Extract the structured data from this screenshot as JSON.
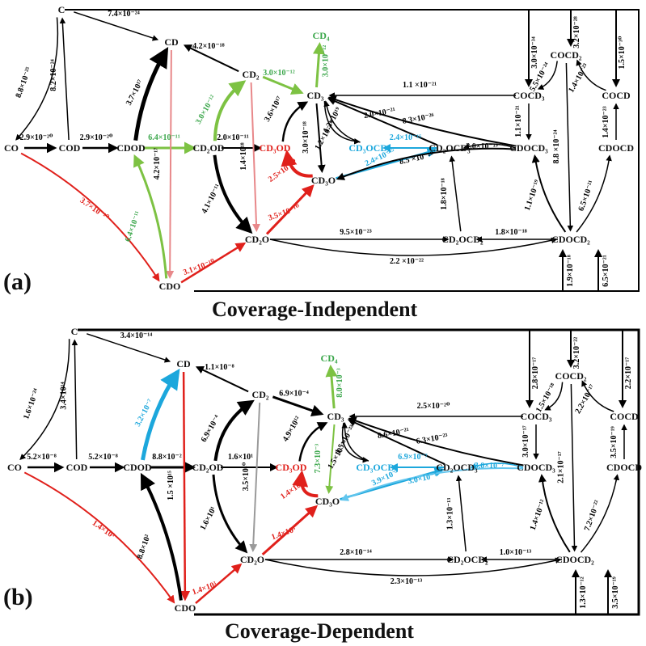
{
  "panels": {
    "a": {
      "label": "(a)",
      "caption": "Coverage-Independent",
      "nodes": {
        "C": "C",
        "CO": "CO",
        "COD": "COD",
        "CDOD": "CDOD",
        "CD": "CD",
        "CD2": "CD₂",
        "CD2OD": "CD₂OD",
        "CD3OD": "CD₃OD",
        "CD4": "CD₄",
        "CD3": "CD₃",
        "CD3O": "CD₃O",
        "CD2O": "CD₂O",
        "CDO": "CDO",
        "CD3OCD3": "CD₃OCD₃",
        "CD2OCD3": "CD₂OCD₃",
        "CDOCD3": "CDOCD₃",
        "COCD3": "COCD₃",
        "COCD2": "COCD₂",
        "COCD": "COCD",
        "CDOCD": "CDOCD",
        "CD2OCD2": "CD₂OCD₂",
        "CDOCD2": "CDOCD₂"
      },
      "rates": {
        "r1": "8.8×10⁻²⁵",
        "r2": "8.2×10⁻²⁴",
        "r3": "7.4×10⁻²⁴",
        "r4": "2.9×10⁻²⁰",
        "r5": "2.9×10⁻²⁰",
        "r6": "3.7×10¹⁷",
        "r7": "6.4×10⁻¹¹",
        "r8": "4.2×10⁻¹⁸",
        "r9": "3.0×10⁻¹²",
        "r10": "3.0×10⁻¹²",
        "r11": "3.0×10⁻¹²",
        "r12": "2.0×10⁻¹¹",
        "r13": "3.6×10¹⁷",
        "r14": "1.4×10¹⁸",
        "r15": "4.2×10⁻¹⁷",
        "r16": "4.1×10⁻¹¹",
        "r17": "6.4×10⁻¹¹",
        "r18": "3.7×10⁻¹⁰",
        "r19": "3.1×10⁻¹⁰",
        "r20": "3.5×10⁻¹⁰",
        "r21": "2.5×10⁻¹⁰",
        "r22": "3.0×10⁻¹⁸",
        "r23": "1.2×10¹⁹",
        "r24": "1.2×10⁻¹⁹",
        "r25": "2.4×10⁻¹⁵",
        "r26": "2.4×10⁻¹⁵",
        "r27": "1.1 ×10⁻²¹",
        "r28": "2.0×10⁻²¹",
        "r29": "8.3×10⁻²⁶",
        "r30": "2.0×10⁻¹⁹",
        "r31": "8.5 ×10⁻²⁰",
        "r32": "1.8×10⁻¹⁸",
        "r33": "9.5×10⁻²³",
        "r34": "1.8×10⁻¹⁸",
        "r35": "2.2 ×10⁻²²",
        "r36": "3.0×10⁻³⁴",
        "r37": "3.2×10⁻²⁸",
        "r38": "1.5×10⁻³⁰",
        "r39": "5.5×10⁻²⁴",
        "r40": "1.4×10⁻²³",
        "r41": "1.1×10⁻²¹",
        "r42": "8.8 ×10⁻²⁴",
        "r43": "1.4×10⁻²³",
        "r44": "1.1×10⁻¹⁹",
        "r45": "6.5×10⁻²¹",
        "r46": "1.9×10⁻¹⁸",
        "r47": "6.5×10⁻²¹"
      }
    },
    "b": {
      "label": "(b)",
      "caption": "Coverage-Dependent",
      "nodes": {
        "C": "C",
        "CO": "CO",
        "COD": "COD",
        "CDOD": "CDOD",
        "CD": "CD",
        "CD2": "CD₂",
        "CD2OD": "CD₂OD",
        "CD3OD": "CD₃OD",
        "CD4": "CD₄",
        "CD3": "CD₃",
        "CD3O": "CD₃O",
        "CD2O": "CD₂O",
        "CDO": "CDO",
        "CD3OCD3": "CD₃OCD₃",
        "CD2OCD3": "CD₂OCD₃",
        "CDOCD3": "CDOCD₃",
        "COCD3": "COCD₃",
        "COCD2": "COCD₂",
        "COCD": "COCD",
        "CDOCD": "CDOCD",
        "CD2OCD2": "CD₂OCD₂",
        "CDOCD2": "CDOCD₂"
      },
      "rates": {
        "r1": "1.6×10⁻²⁴",
        "r2": "3.4×10¹⁴",
        "r3": "3.4×10⁻¹⁴",
        "r4": "5.2×10⁻⁸",
        "r5": "5.2×10⁻⁸",
        "r6": "3.2×10⁻⁷",
        "r7": "8.8×10⁻²",
        "r8": "1.1×10⁻⁸",
        "r9": "6.9×10⁻⁴",
        "r10": "6.9×10⁻⁴",
        "r11": "8.0×10⁻³",
        "r12": "1.6×10¹",
        "r13": "4.9×10¹²",
        "r14": "3.5×10¹⁰",
        "r15": "1.5 ×10¹⁵",
        "r16": "1.6×10¹",
        "r17": "8.8×10²",
        "r18": "1.4×10³",
        "r19": "1.4×10³",
        "r20": "1.4×10³",
        "r21": "1.4×10³",
        "r22": "7.3×10⁻³",
        "r23": "1.5×10⁻³³",
        "r24": "1.5×10⁻³³",
        "r25": "6.9×10⁻⁷",
        "r26": "3.9×10⁻⁷",
        "r27": "2.5×10⁻²⁰",
        "r28": "8.6×10⁻²¹",
        "r29": "6.3×10⁻²³",
        "r30": "3.0×10⁻⁷",
        "r31": "3.0×10⁻⁷",
        "r32": "1.3×10⁻¹³",
        "r33": "2.8×10⁻¹⁴",
        "r34": "1.0×10⁻¹³",
        "r35": "2.3×10⁻¹³",
        "r36": "2.8×10⁻¹⁷",
        "r37": "3.2×10⁻²²",
        "r38": "2.2×10⁻¹⁷",
        "r39": "1.5×10⁻¹⁸",
        "r40": "2.2×10⁻¹⁷",
        "r41": "3.0×10⁻¹⁷",
        "r42": "2.1×10⁻¹⁷",
        "r43": "3.5×10⁻¹⁹",
        "r44": "1.4×10⁻¹²",
        "r45": "7.2×10⁻²²",
        "r46": "1.3×10⁻¹²",
        "r47": "3.5×10⁻¹⁹"
      }
    }
  },
  "colors": {
    "black": "#000000",
    "green": "#7dc243",
    "lightgreen": "#5ab84a",
    "red": "#e0201b",
    "pink": "#e8888a",
    "gray": "#9a9a9a",
    "blue": "#1ca7dc",
    "lightblue": "#63c6ee",
    "green_text": "#3aa64a",
    "cyan_text": "#1ca7dc"
  }
}
